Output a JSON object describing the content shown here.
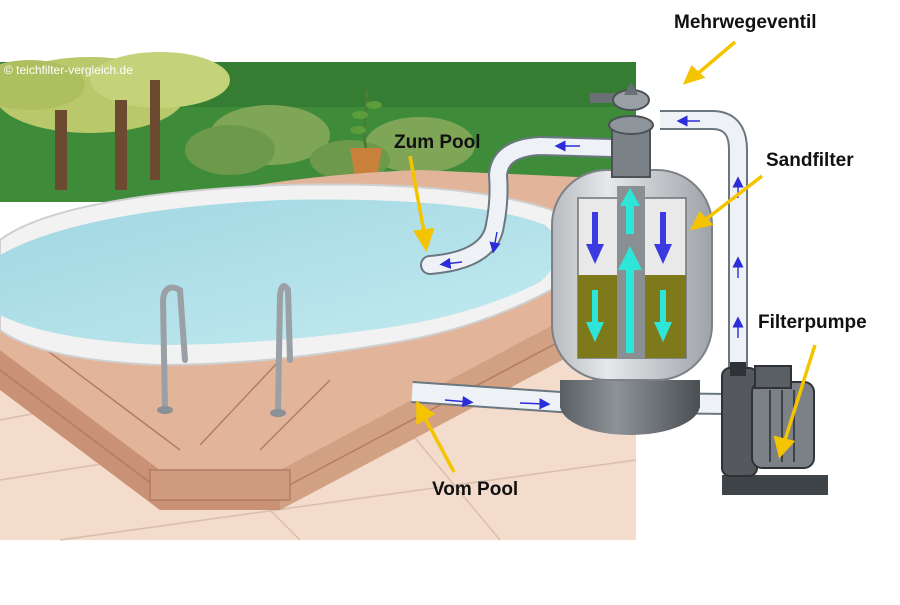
{
  "copyright": "© teichfilter-vergleich.de",
  "labels": {
    "multiport_valve": "Mehrwegeventil",
    "to_pool": "Zum Pool",
    "sand_filter": "Sandfilter",
    "filter_pump": "Filterpumpe",
    "from_pool": "Vom Pool"
  },
  "colors": {
    "label_arrow": "#f5c400",
    "sky_green": "#3c8a3c",
    "water": "#a9dde6",
    "deck_wood": "#d9a98c",
    "tiles": "#f3dccb",
    "pipe": "#eef2f6",
    "flow_arrow": "#2c2cd8",
    "filter_tank": "#d6d8db",
    "sand": "#7e7a1c",
    "filter_flow_up": "#2ee6d8",
    "filter_flow_down": "#3a3ae0",
    "pump_body": "#4e5358"
  }
}
